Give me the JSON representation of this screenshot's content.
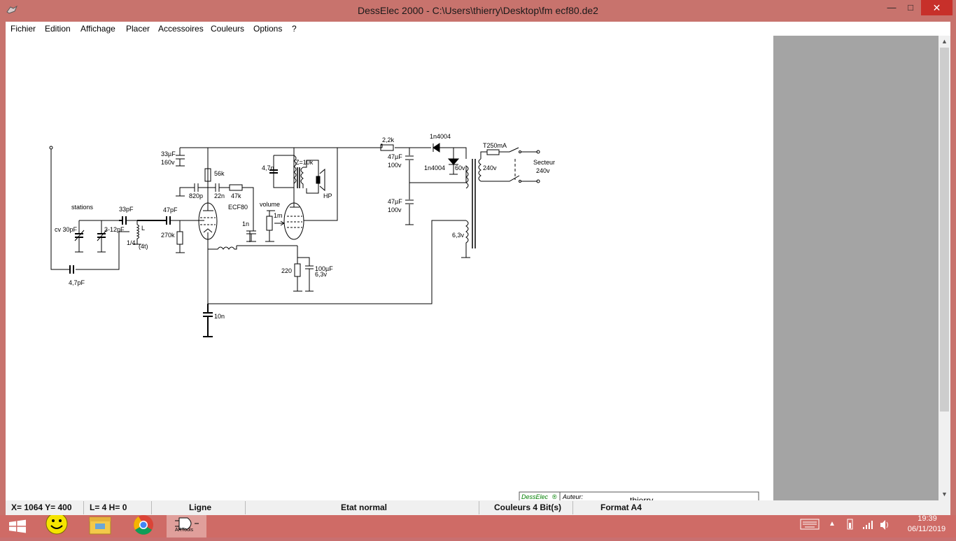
{
  "window": {
    "title": "DessElec 2000 - C:\\Users\\thierry\\Desktop\\fm ecf80.de2",
    "min_glyph": "—",
    "max_glyph": "□",
    "close_glyph": "✕"
  },
  "menu": [
    "Fichier",
    "Edition",
    "Affichage",
    "Placer",
    "Accessoires",
    "Couleurs",
    "Options",
    "?"
  ],
  "schematic": {
    "labels": {
      "stations": "stations",
      "cv30": "cv 30pF",
      "trimmer": "3-12pF",
      "c33p": "33pF",
      "c47p": "47pF",
      "coil_l": "L",
      "coil_14": "1/4",
      "coil_4t": "(4t)",
      "c4_7p": "4,7pF",
      "r270k": "270k",
      "c33u": "33µF",
      "v160": "160v",
      "r56k": "56k",
      "c820p": "820p",
      "c22n": "22n",
      "r47k": "47k",
      "tube": "ECF80",
      "volume": "volume",
      "pot1m": "1m",
      "c1n": "1n",
      "c4_7n": "4,7n",
      "z10k": "Z=10k",
      "hp": "HP",
      "r220": "220",
      "c100u": "100µF",
      "v6_3": "6,3v",
      "c10n": "10n",
      "r2_2k": "2,2k",
      "d1": "1n4004",
      "d2": "1n4004",
      "c47u_a": "47µF",
      "v100a": "100v",
      "c47u_b": "47µF",
      "v100b": "100v",
      "v60": "60v",
      "v240a": "240v",
      "fuse": "T250mA",
      "secteur": "Secteur",
      "v240b": "240v",
      "heater": "6,3v"
    },
    "cartouche": {
      "brand": "DessElec",
      "reg": "®",
      "author_label": "Auteur:",
      "author": "thierry"
    }
  },
  "status": {
    "coords": "X= 1064  Y= 400",
    "dims": "L= 4  H= 0",
    "tool": "Ligne",
    "state": "Etat normal",
    "colors": "Couleurs 4 Bit(s)",
    "format": "Format A4"
  },
  "taskbar": {
    "apps": [
      "smiley-app",
      "file-explorer",
      "chrome",
      "artools"
    ],
    "artools_label": "ARTools",
    "time": "19:39",
    "date": "06/11/2019"
  }
}
